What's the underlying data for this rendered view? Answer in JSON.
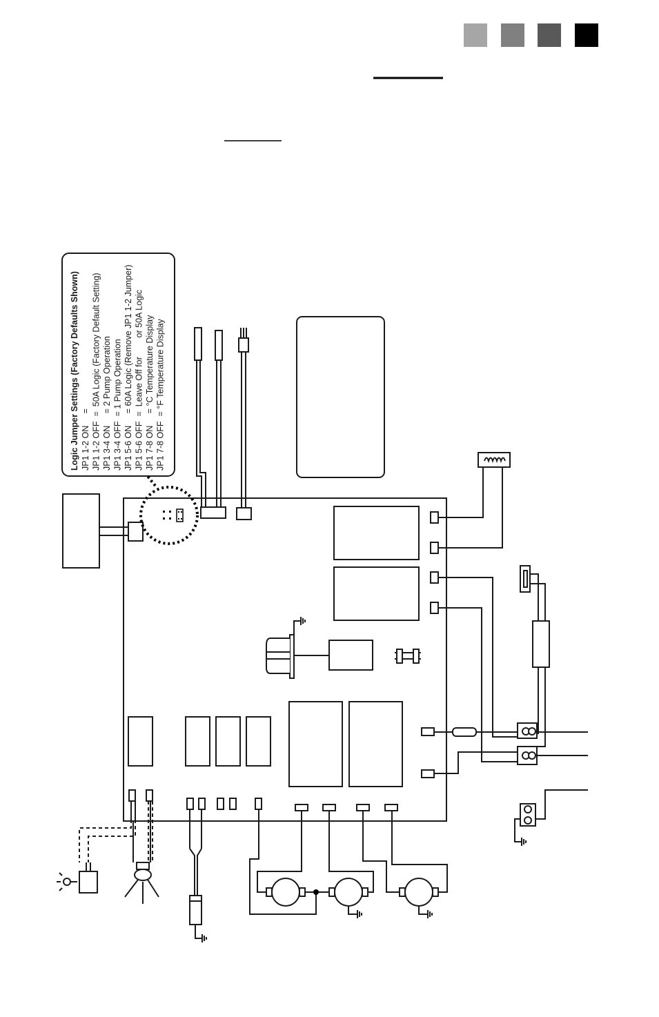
{
  "header": {
    "shade_swatches": [
      "#a6a6a6",
      "#808080",
      "#595959",
      "#000000"
    ]
  },
  "jumper_box": {
    "title": "Logic Jumper Settings (Factory Defaults Shown)",
    "rows": [
      "JP1 1-2 ON     =",
      "JP1 1-2 OFF  =  50A Logic (Factory Default Setting)",
      "JP1 3-4 ON     = 2 Pump Operation",
      "JP1 3-4 OFF  = 1 Pump Operation",
      "JP1 5-6 ON     = 60A Logic (Remove JP1 1-2 Jumper)",
      "JP1 5-6 OFF  =  Leave Off for        or 50A Logic",
      "JP1 7-8 ON     = °C Temperature Display",
      "JP1 7-8 OFF  = °F Temperature Display"
    ]
  },
  "icons": {
    "ground": "ground-icon",
    "light": "light-bulb-icon",
    "pump": "pump-motor-icon",
    "heater": "heater-coil-icon"
  }
}
